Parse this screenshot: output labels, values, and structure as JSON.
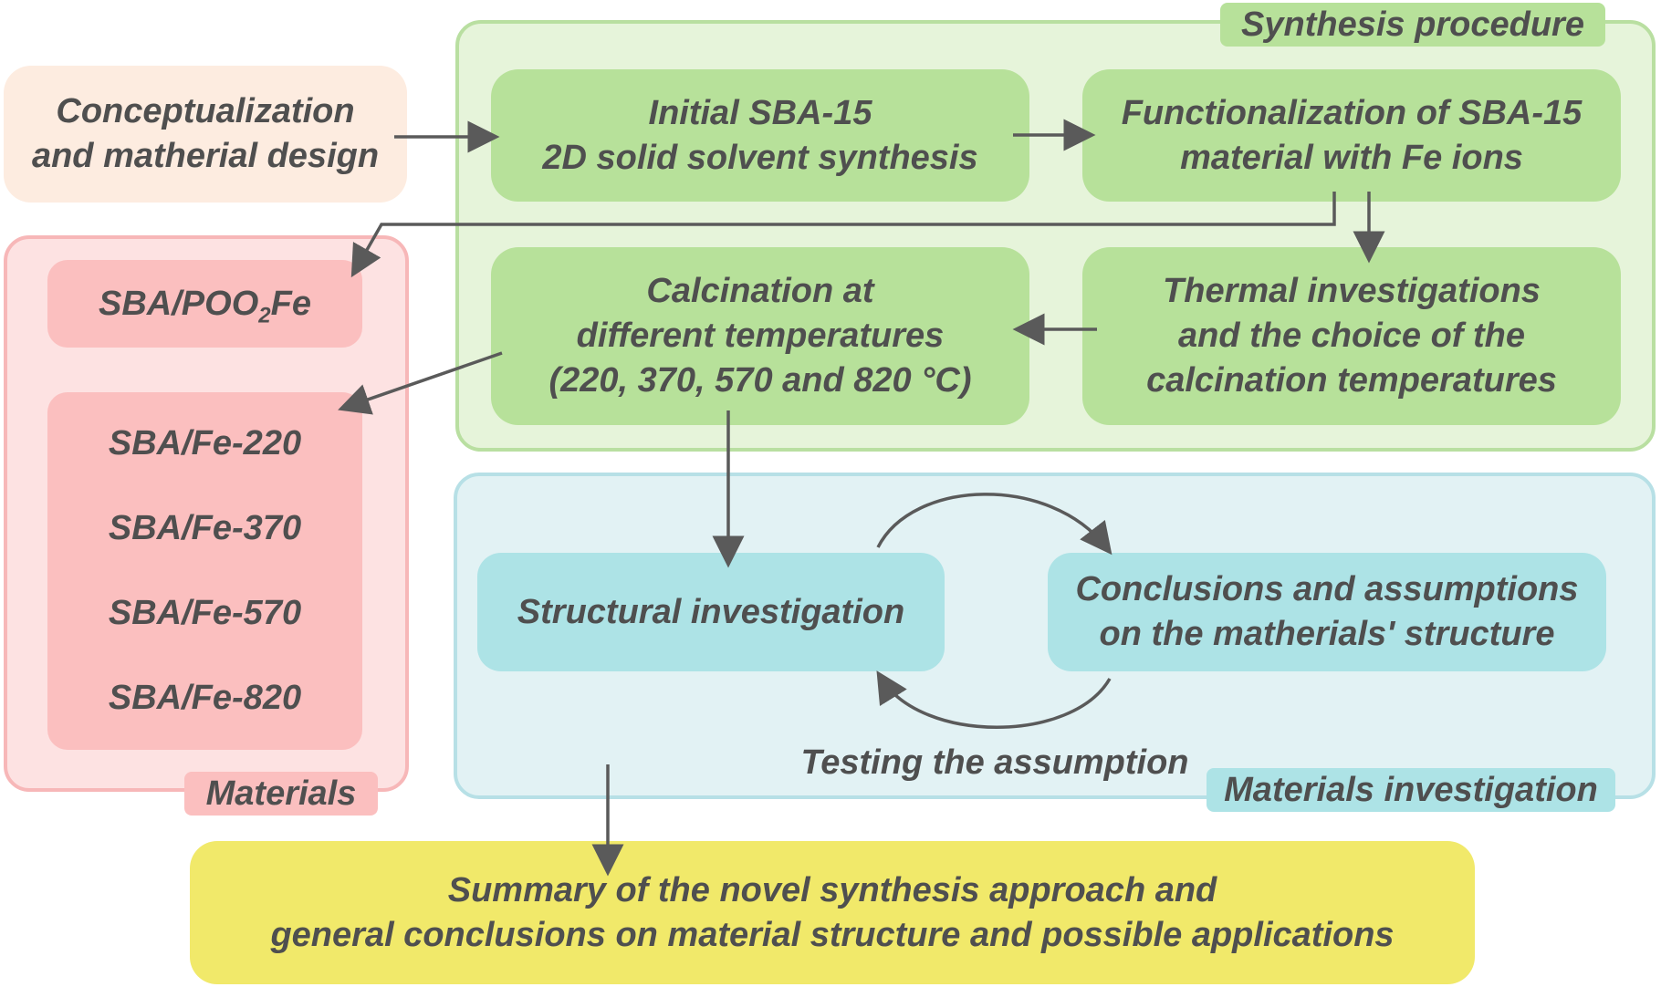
{
  "colors": {
    "text": "#4f4f4f",
    "arrow": "#5a5a5a",
    "concept_bg": "#fdece0",
    "synthesis_panel_bg": "#e6f4da",
    "synthesis_panel_border": "#b9dfa1",
    "synthesis_box": "#b7e19a",
    "materials_panel_bg": "#fde2e2",
    "materials_panel_border": "#f7b7b8",
    "materials_box": "#fbbfbf",
    "investigation_panel_bg": "#e2f2f4",
    "investigation_panel_border": "#b7e0e6",
    "investigation_box": "#ade3e6",
    "summary_bg": "#f1e96a"
  },
  "concept": {
    "text": "Conceptualization\nand matherial design"
  },
  "synthesis": {
    "label": "Synthesis procedure",
    "initial": "Initial SBA-15\n2D solid solvent synthesis",
    "functionalization": "Functionalization of SBA-15\nmaterial with Fe ions",
    "calcination": "Calcination at\ndifferent temperatures\n(220, 370, 570 and 820 °C)",
    "thermal": "Thermal investigations\nand the choice of the\ncalcination temperatures"
  },
  "materials": {
    "label": "Materials",
    "poo2fe_prefix": "SBA/POO",
    "poo2fe_sub": "2",
    "poo2fe_suffix": "Fe",
    "list": [
      "SBA/Fe-220",
      "SBA/Fe-370",
      "SBA/Fe-570",
      "SBA/Fe-820"
    ]
  },
  "investigation": {
    "label": "Materials investigation",
    "structural": "Structural investigation",
    "conclusions": "Conclusions and assumptions\non the matherials' structure",
    "testing": "Testing the assumption"
  },
  "summary": {
    "text": "Summary of the novel synthesis approach and\ngeneral conclusions on material structure and possible applications"
  }
}
